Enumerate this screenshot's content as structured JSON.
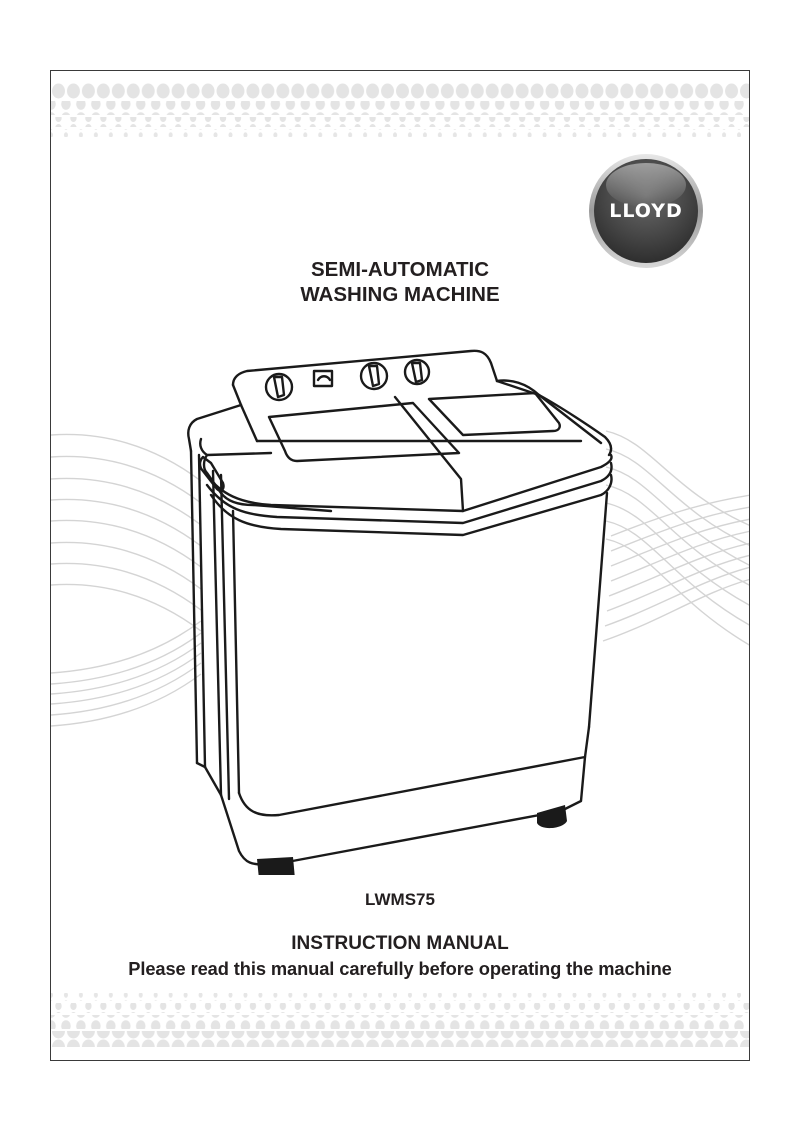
{
  "brand": {
    "name": "LLOYD",
    "logo_style": "chrome-circle-badge"
  },
  "cover": {
    "title_line_1": "SEMI-AUTOMATIC",
    "title_line_2": "WASHING MACHINE",
    "model": "LWMS75",
    "document_type": "INSTRUCTION MANUAL",
    "notice": "Please read this manual carefully before operating the machine"
  },
  "illustration": {
    "subject": "twin-tub semi-automatic washing machine",
    "knob_count": 3,
    "timer_window_count": 1,
    "lids": [
      "wash-tub-lid",
      "spin-tub-lid"
    ]
  },
  "decoration": {
    "top_band": "halftone-dot-pattern",
    "bottom_band": "halftone-dot-pattern",
    "background": "wavy-line-pattern"
  },
  "colors": {
    "text": "#231f20",
    "frame": "#3a3a3a",
    "dots": "#e4e4e4",
    "waves": "#d4d4d4",
    "logo_dark": "#4a4a4a",
    "logo_light": "#9a9a9a"
  }
}
